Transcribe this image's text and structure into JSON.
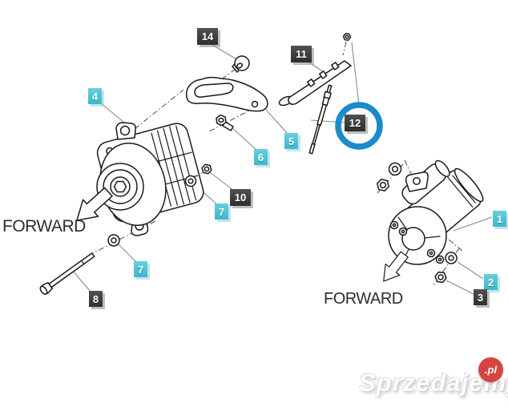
{
  "diagram": {
    "forward_label": "FORWARD",
    "callouts": [
      {
        "id": "14",
        "label": "14",
        "style": "dark"
      },
      {
        "id": "4",
        "label": "4",
        "style": "cyan"
      },
      {
        "id": "11",
        "label": "11",
        "style": "dark"
      },
      {
        "id": "12",
        "label": "12",
        "style": "dark"
      },
      {
        "id": "5",
        "label": "5",
        "style": "cyan"
      },
      {
        "id": "6",
        "label": "6",
        "style": "cyan"
      },
      {
        "id": "10",
        "label": "10",
        "style": "dark"
      },
      {
        "id": "7a",
        "label": "7",
        "style": "cyan"
      },
      {
        "id": "7b",
        "label": "7",
        "style": "cyan"
      },
      {
        "id": "8",
        "label": "8",
        "style": "dark"
      },
      {
        "id": "1",
        "label": "1",
        "style": "cyan"
      },
      {
        "id": "2",
        "label": "2",
        "style": "cyan"
      },
      {
        "id": "3",
        "label": "3",
        "style": "dark"
      }
    ],
    "highlighted_callout": "12"
  },
  "colors": {
    "callout_cyan": "#4cc2d6",
    "callout_dark": "#3e3e3e",
    "highlight_blue": "#1b8bcb",
    "watermark_red": "#d6453f"
  },
  "watermark": {
    "text": "Sprzedajemy",
    "suffix": ".pl"
  }
}
